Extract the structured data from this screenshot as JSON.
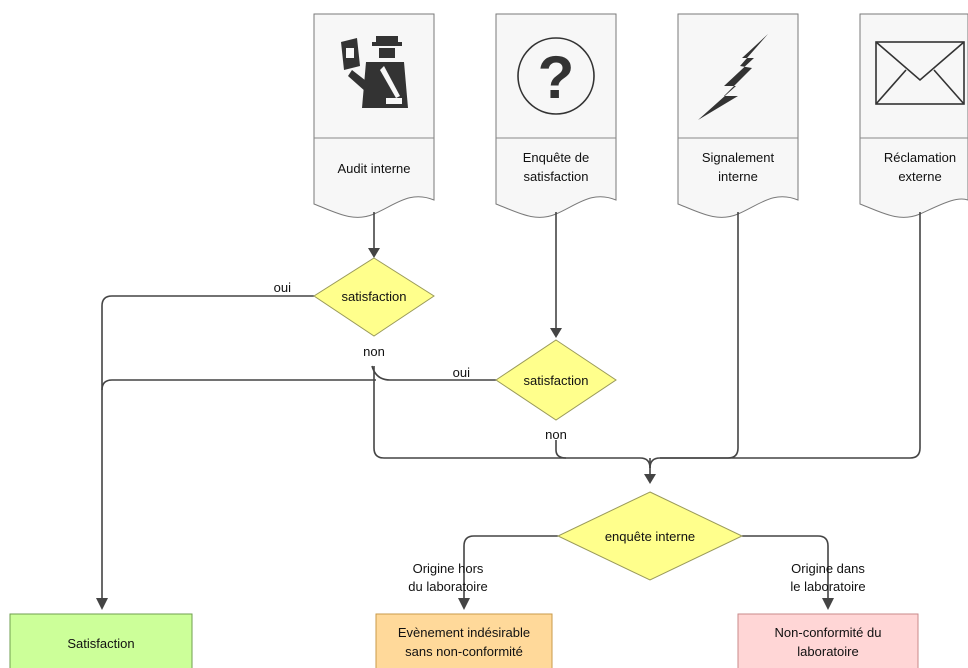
{
  "sources": [
    {
      "id": "audit",
      "label_lines": [
        "Audit interne"
      ],
      "icon": "police-officer-icon"
    },
    {
      "id": "survey",
      "label_lines": [
        "Enquête de",
        "satisfaction"
      ],
      "icon": "question-mark-icon"
    },
    {
      "id": "internal-report",
      "label_lines": [
        "Signalement",
        "interne"
      ],
      "icon": "lightning-icon"
    },
    {
      "id": "complaint",
      "label_lines": [
        "Réclamation",
        "externe"
      ],
      "icon": "envelope-icon"
    }
  ],
  "decisions": {
    "satisfaction_1": {
      "label": "satisfaction",
      "yes": "oui",
      "no": "non"
    },
    "satisfaction_2": {
      "label": "satisfaction",
      "yes": "oui",
      "no": "non"
    },
    "internal_investigation": {
      "label": "enquête interne",
      "left_branch_lines": [
        "Origine hors",
        "du laboratoire"
      ],
      "right_branch_lines": [
        "Origine dans",
        "le laboratoire"
      ]
    }
  },
  "outcomes": [
    {
      "id": "satisfaction",
      "label_lines": [
        "Satisfaction"
      ],
      "color": "#ccff99"
    },
    {
      "id": "undesirable-event",
      "label_lines": [
        "Evènement indésirable",
        "sans non-conformité"
      ],
      "color": "#ffd99a"
    },
    {
      "id": "nonconformity",
      "label_lines": [
        "Non-conformité du",
        "laboratoire"
      ],
      "color": "#ffd6d6"
    }
  ],
  "colors": {
    "decision_fill": "#ffff8c",
    "document_fill": "#f7f7f7",
    "connector": "#444444"
  }
}
